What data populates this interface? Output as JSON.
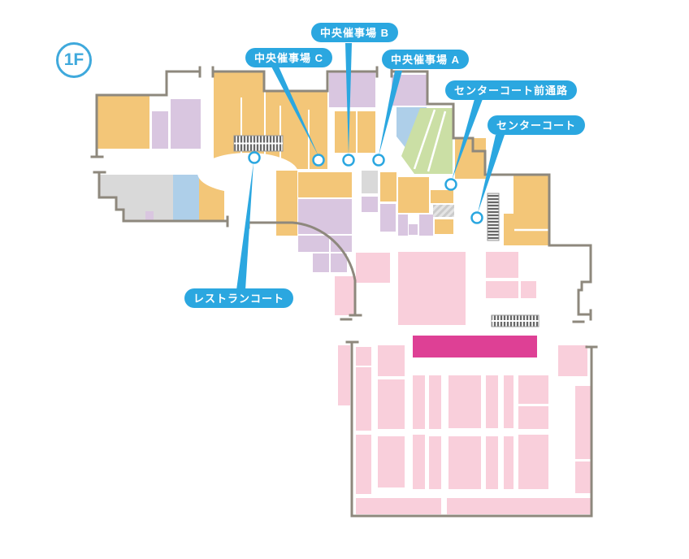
{
  "floor_badge": "1F",
  "map_labels": {
    "event_b": "中央催事場 B",
    "event_c": "中央催事場 C",
    "event_a": "中央催事場 A",
    "center_court_passage": "センターコート前通路",
    "center_court": "センターコート",
    "restaurant_court": "レストランコート"
  },
  "palette": {
    "label_blue": "#2BA7E0",
    "shop_orange": "#F3C678",
    "shop_lavender": "#D9C6E0",
    "shop_pink": "#F9CFDB",
    "event_magenta": "#DE4095",
    "shop_light_blue": "#AECFE9",
    "shop_green": "#CBDFA5",
    "shop_gray": "#D9D9D9",
    "wall_gray": "#8E887D"
  }
}
